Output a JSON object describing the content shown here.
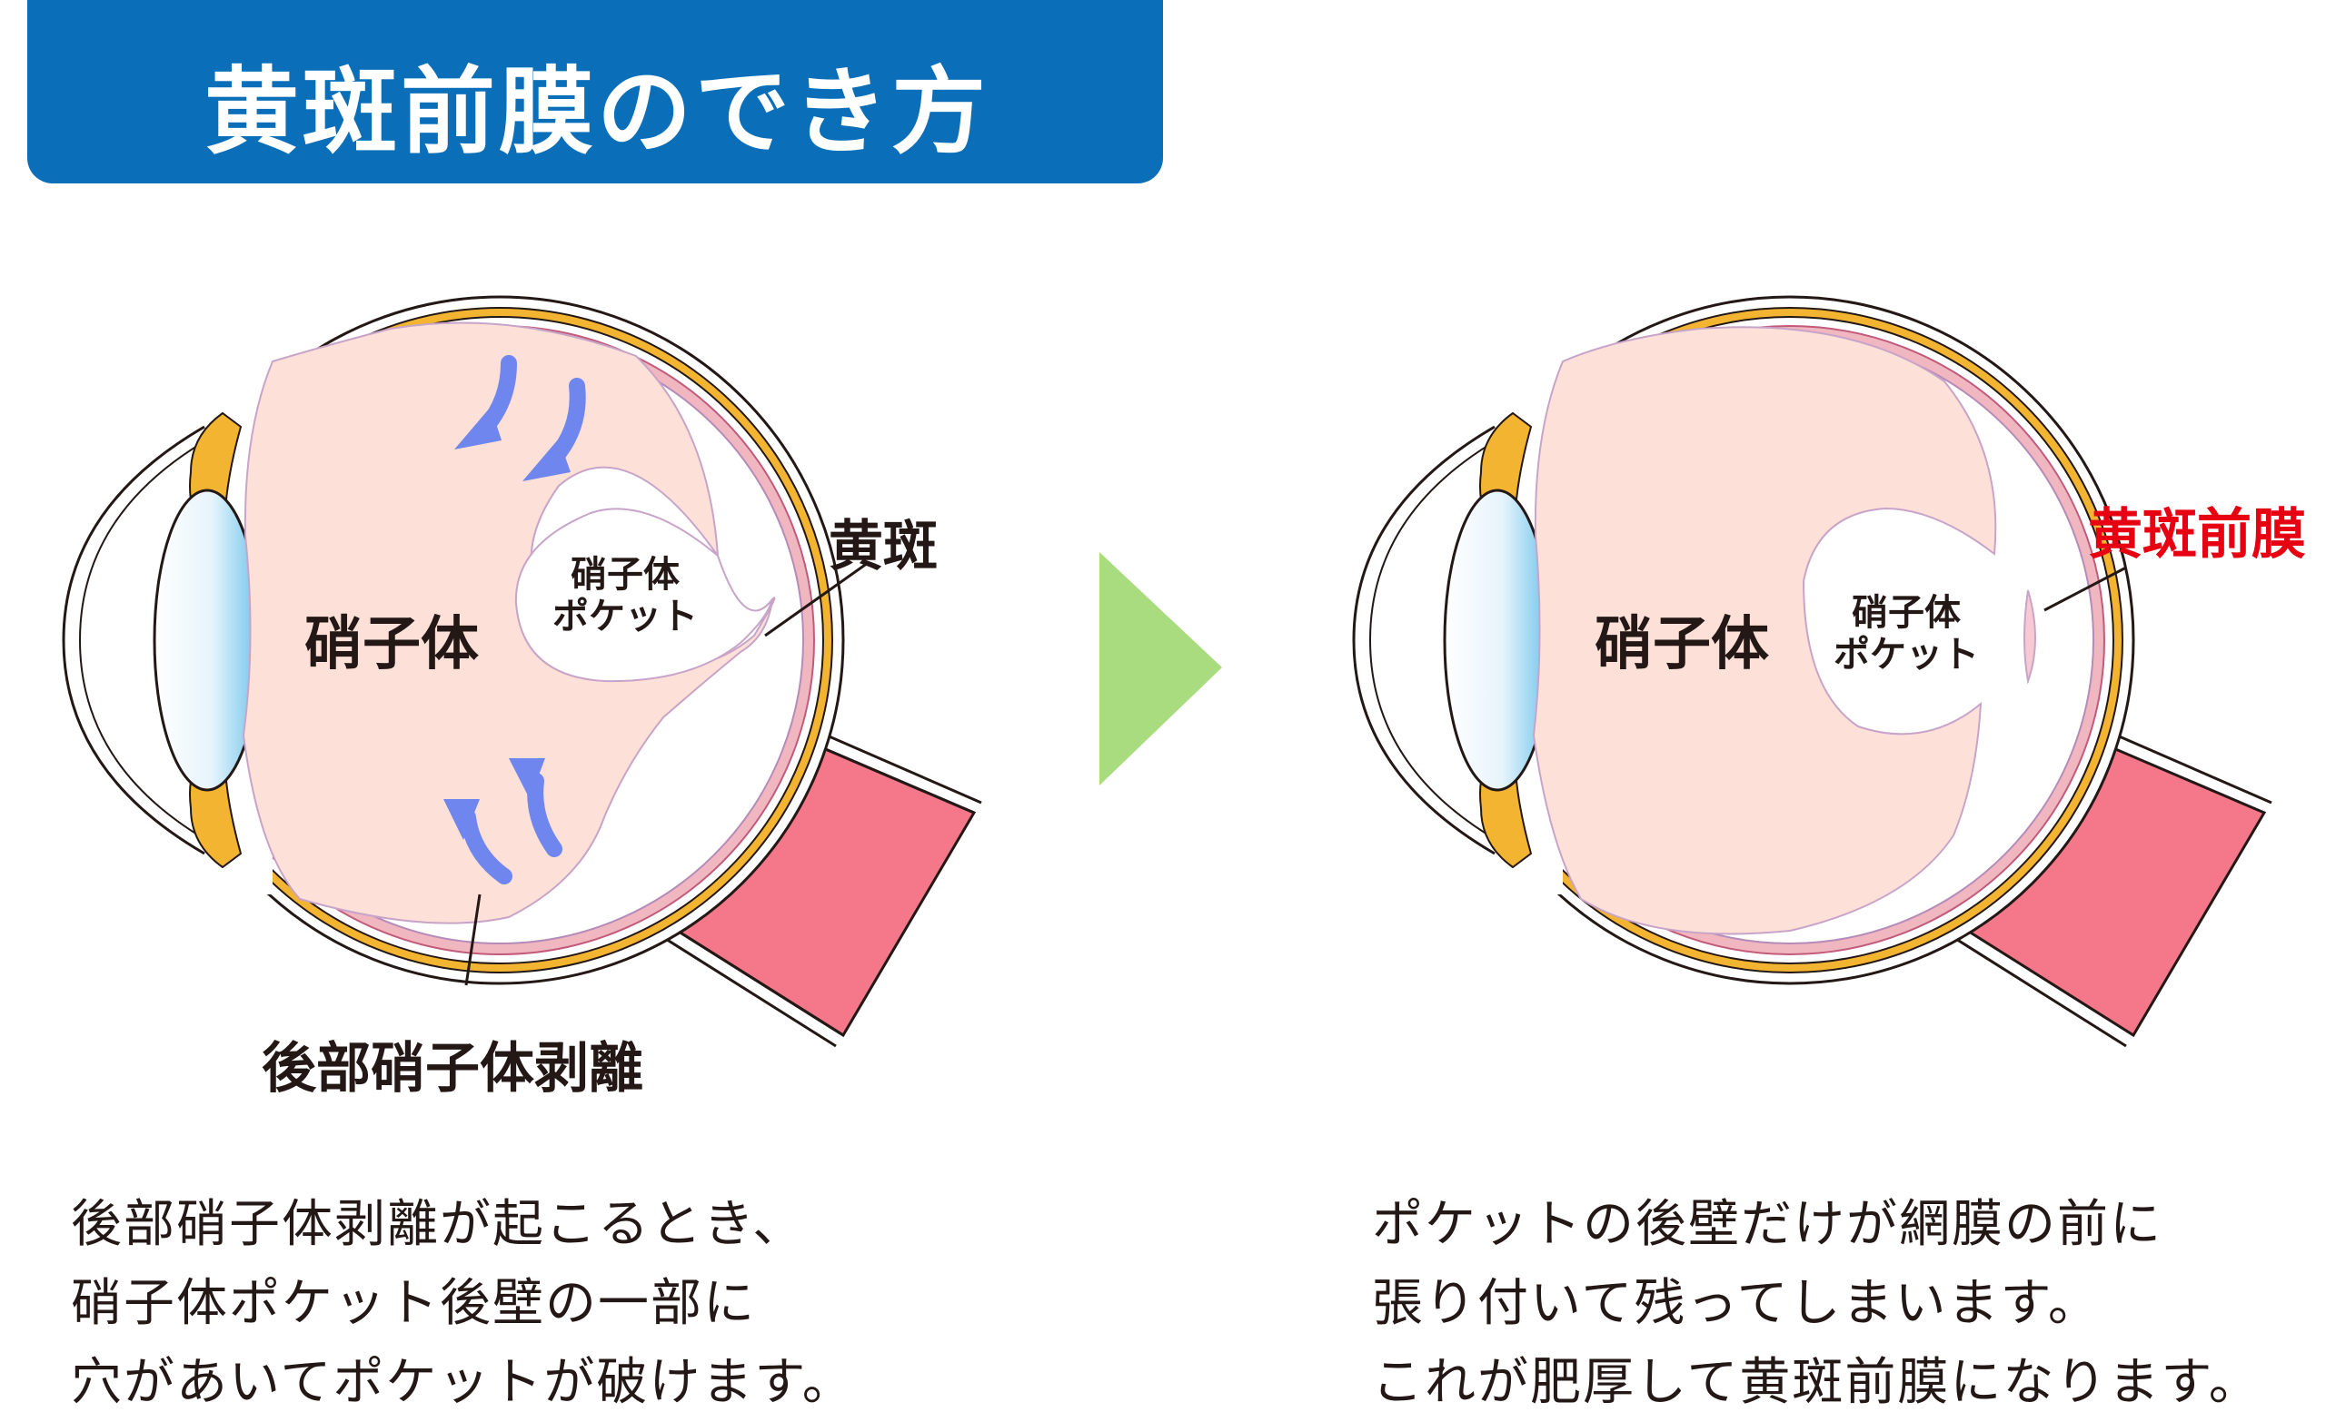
{
  "title": "黄斑前膜のでき方",
  "left_diagram": {
    "vitreous_label": "硝子体",
    "pocket_label_line1": "硝子体",
    "pocket_label_line2": "ポケット",
    "macula_label": "黄斑",
    "detachment_label": "後部硝子体剥離"
  },
  "right_diagram": {
    "vitreous_label": "硝子体",
    "pocket_label_line1": "硝子体",
    "pocket_label_line2": "ポケット",
    "membrane_label": "黄斑前膜"
  },
  "left_caption": [
    "後部硝子体剥離が起こるとき、",
    "硝子体ポケット後壁の一部に",
    "穴があいてポケットが破けます。"
  ],
  "right_caption": [
    "ポケットの後壁だけが網膜の前に",
    "張り付いて残ってしまいます。",
    "これが肥厚して黄斑前膜になります。"
  ],
  "colors": {
    "banner": "#0a6fb8",
    "arrow_green": "#a8dc7e",
    "vitreous_pink": "#fde0d8",
    "optic_nerve": "#f4788a",
    "flow_arrow_blue": "#6f86ef",
    "highlight_red": "#e60012",
    "ciliary_orange": "#f3b431"
  },
  "icons": [
    "flow-arrow-icon",
    "next-step-arrow-icon"
  ]
}
